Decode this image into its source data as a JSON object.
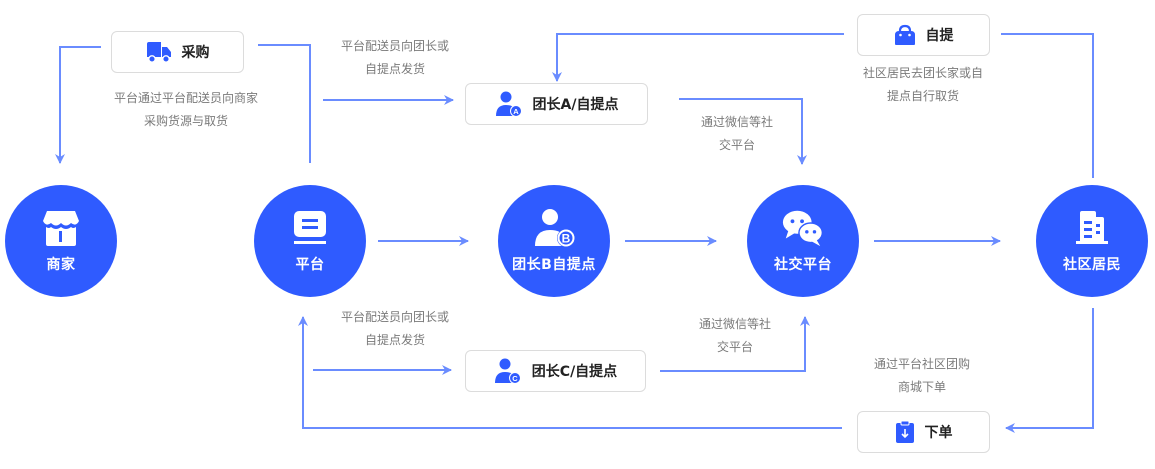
{
  "colors": {
    "node": "#2f5bff",
    "line": "#6a8cff",
    "note": "#7a7a7a",
    "box_border": "#dcdcdc"
  },
  "nodes": {
    "merchant": {
      "label": "商家",
      "icon": "storefront-icon"
    },
    "platform": {
      "label": "平台",
      "icon": "monitor-icon"
    },
    "leader_b": {
      "label": "团长B自提点",
      "icon": "user-b-icon"
    },
    "social": {
      "label": "社交平台",
      "icon": "wechat-icon"
    },
    "residents": {
      "label": "社区居民",
      "icon": "building-icon"
    }
  },
  "boxes": {
    "purchase": {
      "label": "采购",
      "icon": "truck-icon"
    },
    "leader_a": {
      "label": "团长A/自提点",
      "icon": "user-a-icon"
    },
    "pickup": {
      "label": "自提",
      "icon": "bag-icon"
    },
    "leader_c": {
      "label": "团长C/自提点",
      "icon": "user-c-icon"
    },
    "order": {
      "label": "下单",
      "icon": "clipboard-download-icon"
    }
  },
  "notes": {
    "purchase": [
      "平台通过平台配送员向商家",
      "采购货源与取货"
    ],
    "deliver_a": [
      "平台配送员向团长或",
      "自提点发货"
    ],
    "social_a": [
      "通过微信等社",
      "交平台"
    ],
    "pickup": [
      "社区居民去团长家或自",
      "提点自行取货"
    ],
    "deliver_c": [
      "平台配送员向团长或",
      "自提点发货"
    ],
    "social_c": [
      "通过微信等社",
      "交平台"
    ],
    "order": [
      "通过平台社区团购",
      "商城下单"
    ]
  }
}
